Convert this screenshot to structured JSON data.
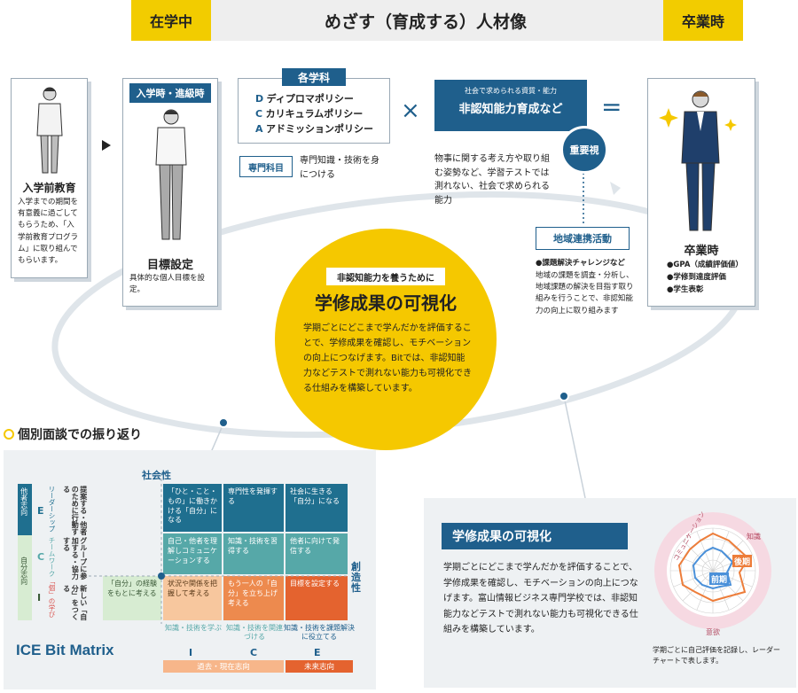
{
  "header": {
    "left_tag": "在学中",
    "title": "めざす（育成する）人材像",
    "right_tag": "卒業時"
  },
  "pre_education": {
    "title": "入学前教育",
    "desc": "入学までの期間を有意義に過ごしてもらうため、「入学前教育プログラム」に取り組んでもらいます。"
  },
  "goal_setting": {
    "tag": "入学時・進級時",
    "title": "目標設定",
    "desc": "具体的な個人目標を設定。"
  },
  "department": {
    "tag": "各学科",
    "policies": [
      {
        "letter": "D",
        "label": "ディプロマポリシー"
      },
      {
        "letter": "C",
        "label": "カリキュラムポリシー"
      },
      {
        "letter": "A",
        "label": "アドミッションポリシー"
      }
    ],
    "specialty_tag": "専門科目",
    "specialty_desc": "専門知識・技術を身につける"
  },
  "operators": {
    "times": "×",
    "equals": "="
  },
  "noncog": {
    "sub": "社会で求められる資質・能力",
    "title": "非認知能力育成など",
    "badge": "重要視",
    "desc": "物事に関する考え方や取り組む姿勢など、学習テストでは測れない、社会で求められる能力"
  },
  "regional": {
    "tag": "地域連携活動",
    "bullet": "●課題解決チャレンジなど",
    "desc": "地域の課題を調査・分析し、地域課題の解決を目指す取り組みを行うことで、非認知能力の向上に取り組みます"
  },
  "graduation": {
    "title": "卒業時",
    "items": [
      "●GPA（成績評価値）",
      "●学修到達度評価",
      "●学生表彰"
    ]
  },
  "center": {
    "label": "非認知能力を養うために",
    "title": "学修成果の可視化",
    "desc": "学期ごとにどこまで学んだかを評価することで、学修成果を確認し、モチベーションの向上につなげます。Bitでは、非認知能力などテストで測れない能力も可視化できる仕組みを構築しています。"
  },
  "interview": {
    "title": "個別面談での振り返り"
  },
  "matrix": {
    "top_label": "社会性",
    "right_label": "創造性",
    "left_top": "他者志向",
    "left_bottom": "自分志向",
    "row_letters": [
      "E",
      "C",
      "I"
    ],
    "row_names": [
      "リーダーシップ",
      "チームワーク",
      "「個」の学び"
    ],
    "row_descs": [
      "提案する・他者のために行動する",
      "グループに参加する・協力する",
      "新しい「自分」をつくる"
    ],
    "cells": [
      [
        "「ひと・こと・もの」に働きかける「自分」になる",
        "専門性を発揮する",
        "社会に生きる「自分」になる"
      ],
      [
        "自己・他者を理解しコミュニケーションする",
        "知識・技術を習得する",
        "他者に向けて発信する"
      ],
      [
        "「自分」の経験をもとに考える",
        "状況や関係を把握して考える",
        "もう一人の「自分」を立ち上げ考える",
        "目標を設定する"
      ]
    ],
    "col_descs": [
      "知識・技術を学ぶ",
      "知識・技術を関連づける",
      "知識・技術を課題解決に役立てる"
    ],
    "col_letters": [
      "I",
      "C",
      "E"
    ],
    "past_label": "過去・現在志向",
    "future_label": "未来志向",
    "name": "ICE Bit Matrix"
  },
  "visual": {
    "title": "学修成果の可視化",
    "desc": "学期ごとにどこまで学んだかを評価することで、学修成果を確認し、モチベーションの向上につなげます。富山情報ビジネス専門学校では、非認知能力などテストで測れない能力も可視化できる仕組みを構築しています。",
    "radar_labels": [
      "コミュニケーション",
      "知識",
      "意欲"
    ],
    "legend_late": "後期",
    "legend_early": "前期",
    "caption": "学期ごとに自己評価を記録し、レーダーチャートで表します。"
  },
  "colors": {
    "navy": "#1f5f8c",
    "yellow": "#f5c800",
    "orange": "#ed7d3a",
    "blue": "#4a90d9"
  }
}
